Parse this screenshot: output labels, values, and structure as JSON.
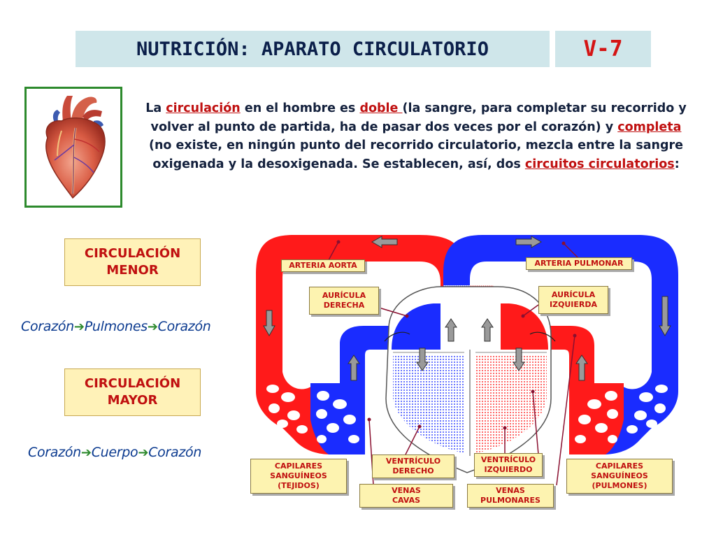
{
  "header": {
    "title": "NUTRICIÓN: APARATO CIRCULATORIO",
    "code": "V-7"
  },
  "intro": {
    "t1": "La ",
    "k1": "circulación",
    "t2": " en el hombre es ",
    "k2": "doble ",
    "t3": "(la sangre, para completar su recorrido y volver al punto de partida, ha de pasar dos veces por el corazón) y ",
    "k3": "completa",
    "t4": " (no existe, en ningún punto del recorrido circulatorio, mezcla entre la sangre oxigenada y la desoxigenada. Se establecen, así, dos ",
    "k4": "circuitos circulatorios",
    "t5": ":"
  },
  "circuits": {
    "menor": {
      "line1": "CIRCULACIÓN",
      "line2": "MENOR",
      "from": "Corazón",
      "via": "Pulmones",
      "to": "Corazón"
    },
    "mayor": {
      "line1": "CIRCULACIÓN",
      "line2": "MAYOR",
      "from": "Corazón",
      "via": "Cuerpo",
      "to": "Corazón"
    }
  },
  "labels": {
    "arteria_aorta": "ARTERIA AORTA",
    "arteria_pulmonar": "ARTERIA PULMONAR",
    "auricula_derecha": [
      "AURÍCULA",
      "DERECHA"
    ],
    "auricula_izquierda": [
      "AURÍCULA",
      "IZQUIERDA"
    ],
    "ventriculo_derecho": [
      "VENTRÍCULO",
      "DERECHO"
    ],
    "ventriculo_izquierdo": [
      "VENTRÍCULO",
      "IZQUIERDO"
    ],
    "capilares_tejidos": [
      "CAPILARES",
      "SANGUÍNEOS",
      "(TEJIDOS)"
    ],
    "capilares_pulmones": [
      "CAPILARES",
      "SANGUÍNEOS",
      "(PULMONES)"
    ],
    "venas_cavas": [
      "VENAS",
      "CAVAS"
    ],
    "venas_pulmonares": [
      "VENAS",
      "PULMONARES"
    ]
  },
  "colors": {
    "oxygenated": "#ff1a1a",
    "deoxygenated": "#1a2cff",
    "label_bg": "#fdf3b0",
    "accent": "#c01010"
  },
  "icons": {
    "heart": "anatomical-heart-icon",
    "flow_arrow": "flow-arrow-icon"
  }
}
